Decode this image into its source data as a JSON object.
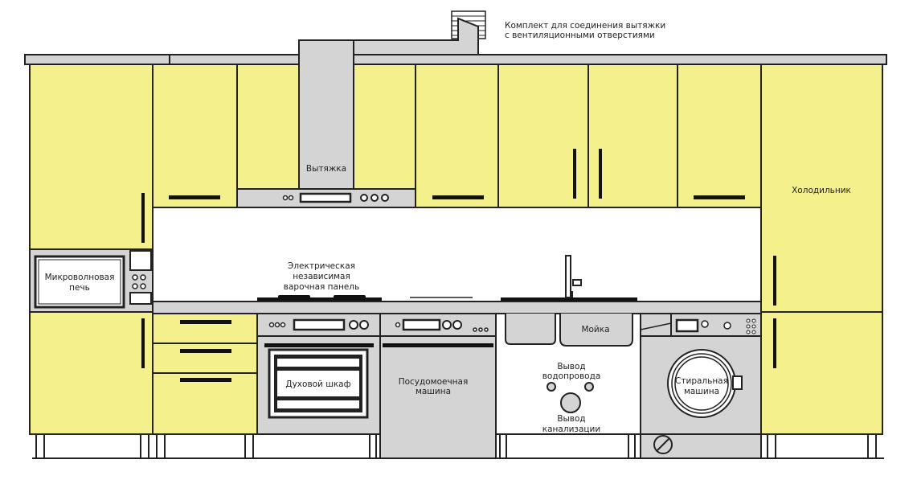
{
  "colors": {
    "cabinet": "#f4f08c",
    "appliance": "#d4d4d4",
    "outline": "#222222"
  },
  "labels": {
    "duct_kit_line1": "Комплект для соединения вытяжки",
    "duct_kit_line2": "с вентиляционными отверстиями",
    "hood": "Вытяжка",
    "fridge": "Холодильник",
    "microwave_line1": "Микроволновая",
    "microwave_line2": "печь",
    "hob_line1": "Электрическая",
    "hob_line2": "независимая",
    "hob_line3": "варочная панель",
    "oven": "Духовой шкаф",
    "dishwasher_line1": "Посудомоечная",
    "dishwasher_line2": "машина",
    "sink": "Мойка",
    "water_line1": "Вывод",
    "water_line2": "водопровода",
    "sewer_line1": "Вывод",
    "sewer_line2": "канализации",
    "washer_line1": "Стиральная",
    "washer_line2": "машина"
  }
}
